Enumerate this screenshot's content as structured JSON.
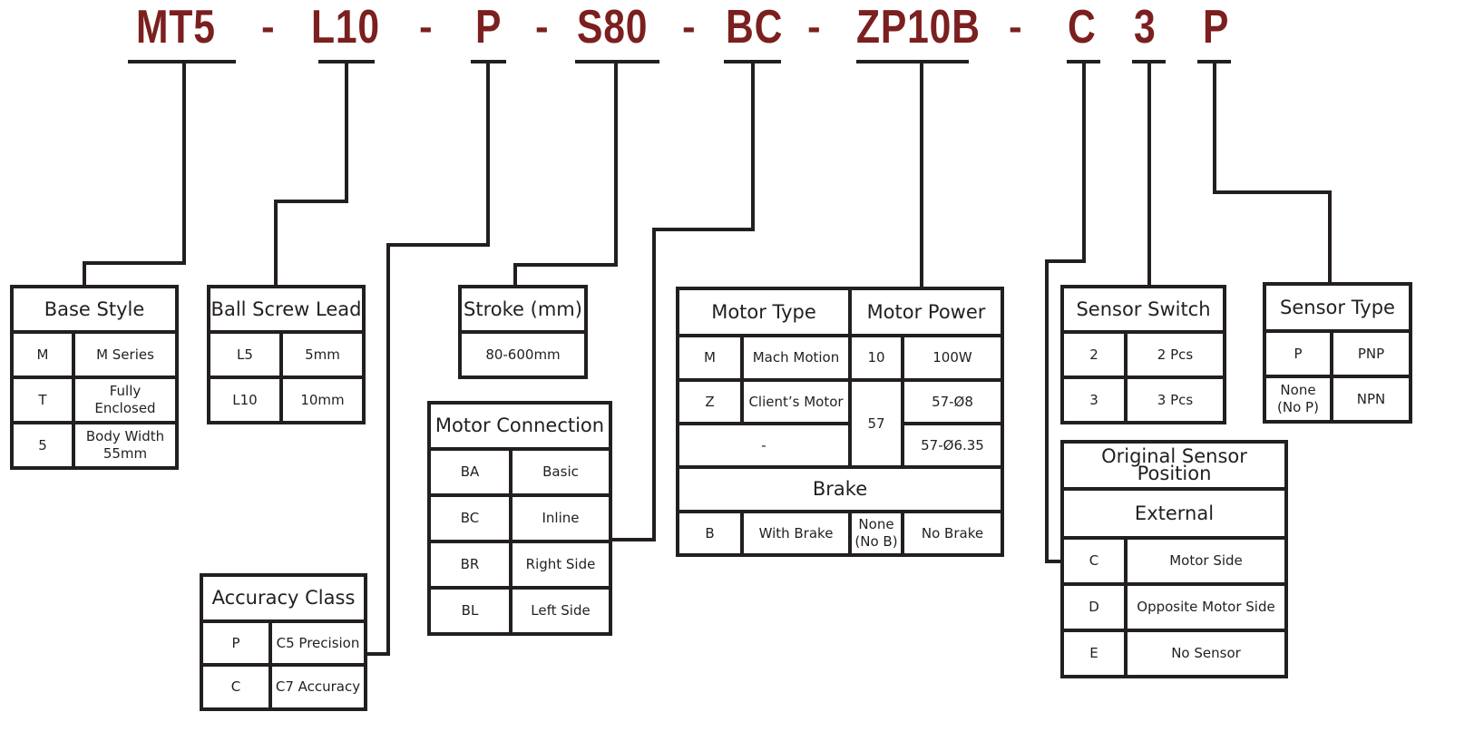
{
  "model_code": {
    "segments": [
      "MT5",
      "L10",
      "P",
      "S80",
      "BC",
      "ZP10B",
      "C",
      "3",
      "P"
    ],
    "separator": "-"
  },
  "colors": {
    "code_text": "#7b1f1f",
    "line": "#231f20"
  },
  "base_style": {
    "title": "Base Style",
    "rows": [
      {
        "code": "M",
        "desc": "M Series"
      },
      {
        "code": "T",
        "desc": "Fully\nEnclosed"
      },
      {
        "code": "5",
        "desc": "Body Width\n55mm"
      }
    ]
  },
  "ball_screw_lead": {
    "title": "Ball Screw Lead",
    "rows": [
      {
        "code": "L5",
        "desc": "5mm"
      },
      {
        "code": "L10",
        "desc": "10mm"
      }
    ]
  },
  "stroke": {
    "title": "Stroke (mm)",
    "value": "80-600mm"
  },
  "motor_connection": {
    "title": "Motor Connection",
    "rows": [
      {
        "code": "BA",
        "desc": "Basic"
      },
      {
        "code": "BC",
        "desc": "Inline"
      },
      {
        "code": "BR",
        "desc": "Right Side"
      },
      {
        "code": "BL",
        "desc": "Left Side"
      }
    ]
  },
  "accuracy_class": {
    "title": "Accuracy Class",
    "rows": [
      {
        "code": "P",
        "desc": "C5 Precision"
      },
      {
        "code": "C",
        "desc": "C7 Accuracy"
      }
    ]
  },
  "motor": {
    "type_title": "Motor Type",
    "power_title": "Motor Power",
    "type_rows": [
      {
        "code": "M",
        "desc": "Mach Motion"
      },
      {
        "code": "Z",
        "desc": "Client’s Motor"
      },
      {
        "code": "-",
        "desc": ""
      }
    ],
    "power_codes": [
      "10",
      "57"
    ],
    "power_values": [
      "100W",
      "57-Ø8",
      "57-Ø6.35"
    ],
    "brake_title": "Brake",
    "brake_rows": [
      {
        "code": "B",
        "desc": "With Brake"
      },
      {
        "code": "None\n(No B)",
        "desc": "No Brake"
      }
    ]
  },
  "sensor_switch": {
    "title": "Sensor Switch",
    "rows": [
      {
        "code": "2",
        "desc": "2 Pcs"
      },
      {
        "code": "3",
        "desc": "3 Pcs"
      }
    ]
  },
  "sensor_type": {
    "title": "Sensor Type",
    "rows": [
      {
        "code": "P",
        "desc": "PNP"
      },
      {
        "code": "None\n(No P)",
        "desc": "NPN"
      }
    ]
  },
  "sensor_position": {
    "title": "Original Sensor Position",
    "subtitle": "External",
    "rows": [
      {
        "code": "C",
        "desc": "Motor Side"
      },
      {
        "code": "D",
        "desc": "Opposite Motor Side"
      },
      {
        "code": "E",
        "desc": "No Sensor"
      }
    ]
  }
}
